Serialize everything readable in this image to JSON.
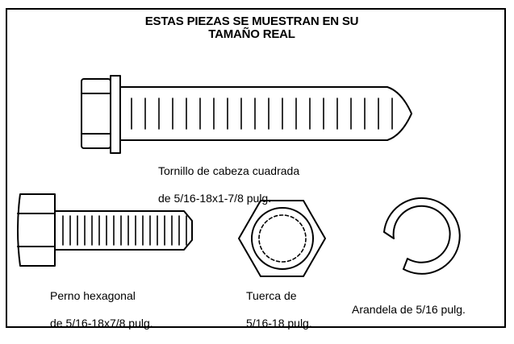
{
  "title": [
    "ESTAS PIEZAS SE MUESTRAN EN SU",
    "TAMAÑO REAL"
  ],
  "parts": [
    {
      "id": "tornillo",
      "lines": [
        "Tornillo de cabeza cuadrada",
        "de 5/16-18x1-7/8 pulg."
      ]
    },
    {
      "id": "perno",
      "lines": [
        "Perno hexagonal",
        "de 5/16-18x7/8 pulg."
      ]
    },
    {
      "id": "tuerca",
      "lines": [
        "Tuerca de",
        "5/16-18 pulg."
      ]
    },
    {
      "id": "arandela",
      "lines": [
        "Arandela de 5/16 pulg."
      ]
    }
  ],
  "colors": {
    "line": "#000000",
    "background": "#ffffff"
  }
}
